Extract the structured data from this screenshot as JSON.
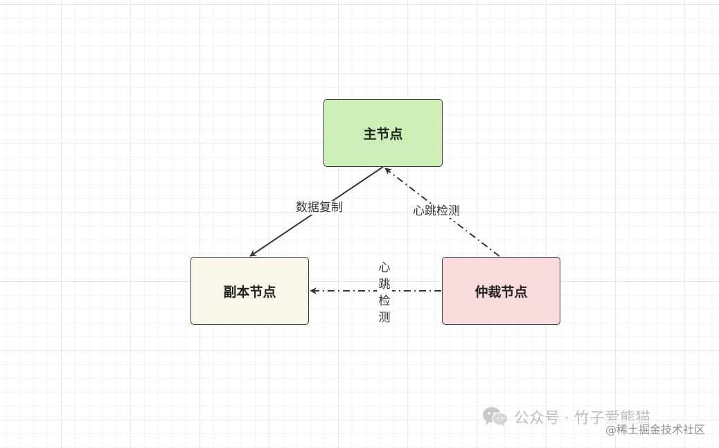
{
  "diagram": {
    "nodes": {
      "primary": "主节点",
      "replica": "副本节点",
      "arbiter": "仲裁节点"
    },
    "edges": {
      "replication": "数据复制",
      "heartbeat_primary": "心跳检测",
      "heartbeat_replica": "心跳检测"
    },
    "colors": {
      "primary_fill": "#cdeeb4",
      "replica_fill": "#fbf7e8",
      "arbiter_fill": "#fadbdb",
      "stroke": "#333333"
    }
  },
  "watermark": {
    "account": "公众号 · 竹子爱熊猫",
    "site": "@稀土掘金技术社区",
    "icon": "wechat-icon"
  }
}
